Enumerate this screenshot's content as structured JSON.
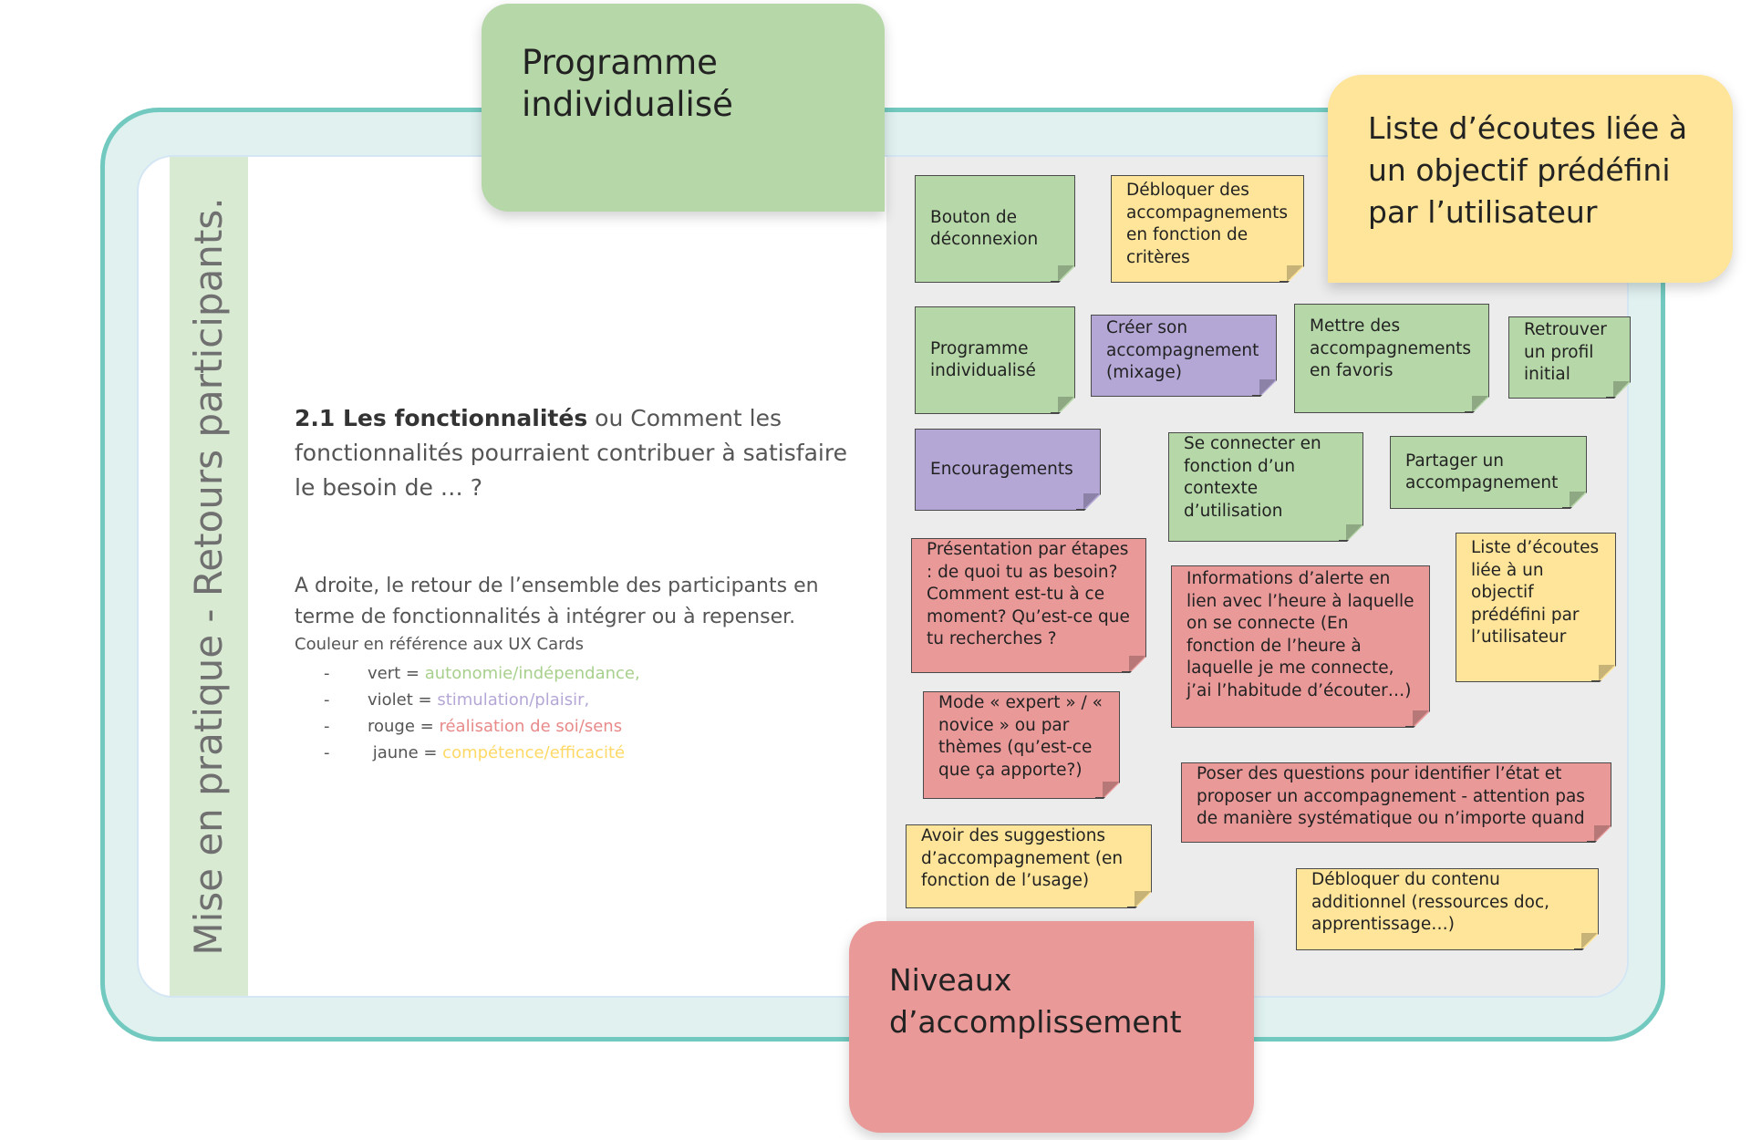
{
  "vertical_title": "Mise en pratique - Retours participants.",
  "callouts": {
    "programme": "Programme individualisé",
    "liste": "Liste d’écoutes liée à un objectif prédéfini par l’utilisateur",
    "niveaux": "Niveaux d’accomplissement"
  },
  "question": {
    "bold": "2.1 Les fonctionnalités",
    "rest": " ou Comment les fonctionnalités pourraient contribuer à satisfaire le besoin de … ?"
  },
  "intro": "A droite,  le retour de l’ensemble des participants en terme de fonctionnalités à intégrer ou à repenser.",
  "legend_title": "Couleur en référence aux UX Cards",
  "legend": [
    {
      "dash": "-",
      "label": "vert = ",
      "meaning": "autonomie/indépendance,",
      "color": "#a8d08d"
    },
    {
      "dash": "-",
      "label": "violet = ",
      "meaning": "stimulation/plaisir,",
      "color": "#b4a7d6"
    },
    {
      "dash": "-",
      "label": "rouge = ",
      "meaning": "réalisation de soi/sens",
      "color": "#e88a8a"
    },
    {
      "dash": "-",
      "label": " jaune = ",
      "meaning": "compétence/efficacité",
      "color": "#ffd966"
    }
  ],
  "colors": {
    "vert": "#b6d7a8",
    "jaune": "#ffe599",
    "violet": "#b4a7d6",
    "rouge": "#ea9999",
    "frame": "#72c9bf"
  },
  "stickies": [
    {
      "text": "Bouton de déconnexion",
      "color": "vert"
    },
    {
      "text": "Débloquer des accompagnements en fonction de critères",
      "color": "jaune"
    },
    {
      "text": "Programme individualisé",
      "color": "vert"
    },
    {
      "text": "Créer son accompagnement (mixage)",
      "color": "violet"
    },
    {
      "text": "Mettre des accompagnements en favoris",
      "color": "vert"
    },
    {
      "text": "Retrouver un profil initial",
      "color": "vert"
    },
    {
      "text": "Encouragements",
      "color": "violet"
    },
    {
      "text": "Se connecter en fonction d’un contexte d’utilisation",
      "color": "vert"
    },
    {
      "text": "Partager un accompagnement",
      "color": "vert"
    },
    {
      "text": "Présentation par étapes : de quoi tu as besoin? Comment est-tu à ce moment? Qu’est-ce que tu recherches ?",
      "color": "rouge"
    },
    {
      "text": "Informations d’alerte en lien avec l’heure à laquelle on se connecte (En fonction de l’heure à laquelle je me connecte, j’ai l’habitude d’écouter…)",
      "color": "rouge"
    },
    {
      "text": "Liste d’écoutes liée à un objectif prédéfini par l’utilisateur",
      "color": "jaune"
    },
    {
      "text": "Mode « expert » / « novice » ou par thèmes (qu’est-ce que ça apporte?)",
      "color": "rouge"
    },
    {
      "text": "Poser des questions pour identifier l’état et proposer un accompagnement - attention pas de manière systématique ou n’importe quand",
      "color": "rouge"
    },
    {
      "text": "Avoir des suggestions d’accompagnement (en fonction de l’usage)",
      "color": "jaune"
    },
    {
      "text": "Débloquer du contenu additionnel (ressources doc, apprentissage…)",
      "color": "jaune"
    }
  ]
}
